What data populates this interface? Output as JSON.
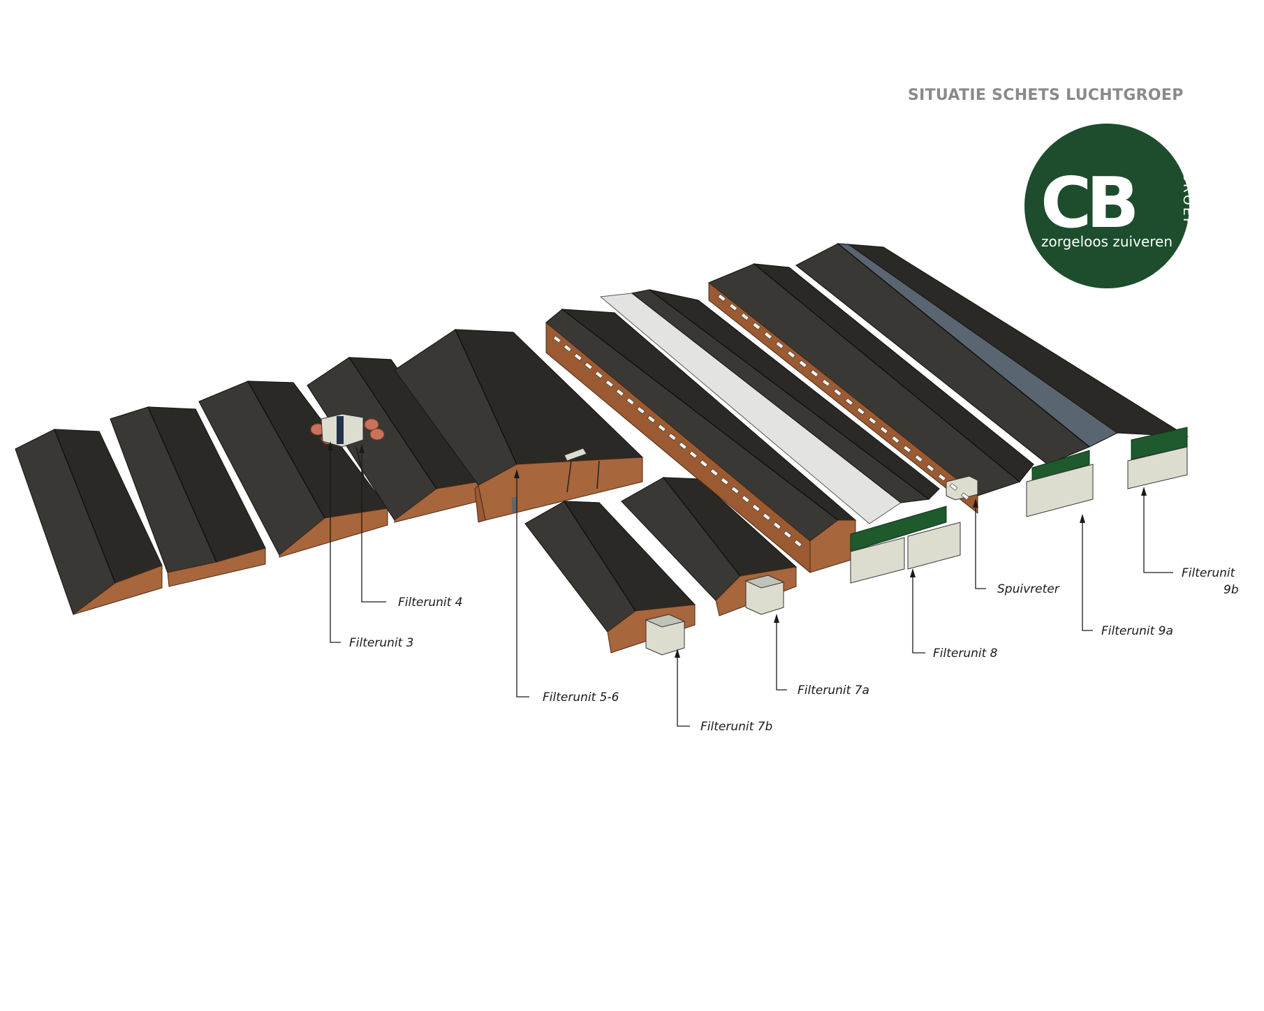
{
  "title": "SITUATIE SCHETS LUCHTGROEP",
  "logo": {
    "letters": "CB",
    "side_text": "GROEP",
    "tagline": "zorgeloos zuiveren",
    "circle_color": "#1d4d2c",
    "text_color": "#ffffff"
  },
  "colors": {
    "roof": "#3a3835",
    "wall": "#9b5a32",
    "filter_unit": "#dcdccf",
    "accent_green": "#1e5a2c"
  },
  "labels": {
    "filterunit_3": "Filterunit 3",
    "filterunit_4": "Filterunit 4",
    "filterunit_5_6": "Filterunit 5-6",
    "filterunit_7a": "Filterunit 7a",
    "filterunit_7b": "Filterunit 7b",
    "filterunit_8": "Filterunit 8",
    "spuivreter": "Spuivreter",
    "filterunit_9a": "Filterunit 9a",
    "filterunit_9b_line1": "Filterunit",
    "filterunit_9b_line2": "9b"
  }
}
